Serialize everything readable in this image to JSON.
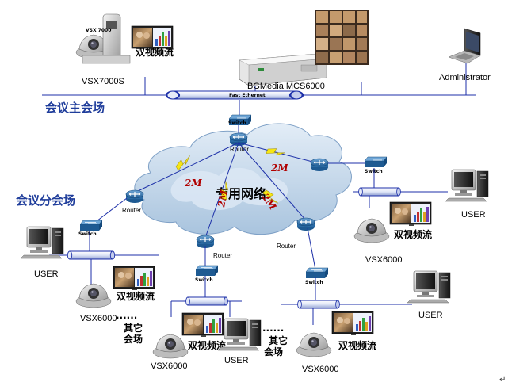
{
  "labels": {
    "main_venue": "会议主会场",
    "branch_venue": "会议分会场",
    "private_network": "专用网络",
    "vsx7000s": "VSX7000S",
    "dual_video_top": "双视频流",
    "mcs": "BGMedia MCS6000",
    "administrator": "Administrator",
    "fast_ethernet": "Fast Ethernet",
    "switch": "Switch",
    "router": "Router",
    "link_2m": "2M",
    "user": "USER",
    "dual_video": "双视频流",
    "vsx6000": "VSX6000",
    "other": "其它",
    "venue": "会场",
    "dots": "......",
    "corner_mark": "↵",
    "vsx7000_badge": "VSX 7000"
  },
  "colors": {
    "main_title": "#1f3d9b",
    "link_red": "#b00000",
    "bolt_yellow": "#f6e614",
    "cable_blue": "#1c2fa8",
    "cloud_fill": "#c9dcee",
    "router_blue": "#2f6fa8"
  }
}
